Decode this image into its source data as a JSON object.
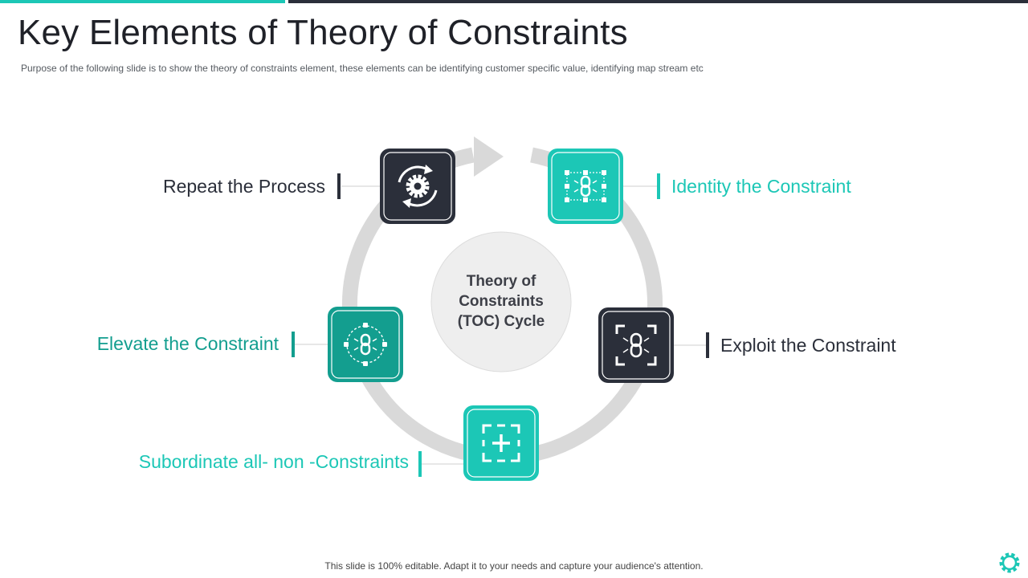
{
  "header": {
    "title": "Key Elements of Theory of Constraints",
    "subtitle": "Purpose of the following slide is to show the theory of constraints element, these elements can be identifying customer specific value,  identifying map stream etc"
  },
  "diagram": {
    "center": {
      "line1": "Theory of",
      "line2": "Constraints",
      "line3": "(TOC) Cycle"
    },
    "steps": [
      {
        "label": "Identity the Constraint",
        "icon": "chain-link-select-icon",
        "color": "#1cc7b6"
      },
      {
        "label": "Exploit the Constraint",
        "icon": "chain-link-focus-icon",
        "color": "#2b2f3a"
      },
      {
        "label": "Subordinate all- non -Constraints",
        "icon": "plus-frame-icon",
        "color": "#1cc7b6"
      },
      {
        "label": "Elevate the Constraint",
        "icon": "chain-link-circle-icon",
        "color": "#139e8f"
      },
      {
        "label": "Repeat the Process",
        "icon": "gear-refresh-icon",
        "color": "#2b2f3a"
      }
    ]
  },
  "footer": {
    "text": "This slide is 100% editable. Adapt it to your needs and capture your audience's attention."
  },
  "colors": {
    "teal": "#1cc7b6",
    "dark_teal": "#139e8f",
    "dark": "#2b2f3a",
    "ring": "#d9d9d9"
  }
}
